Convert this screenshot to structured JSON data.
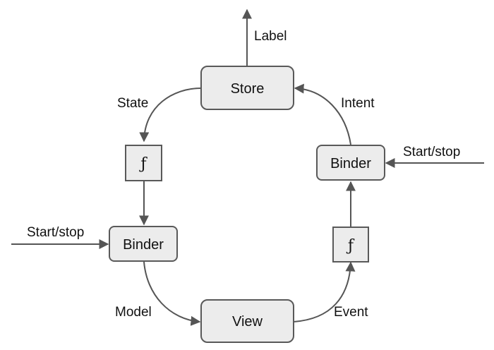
{
  "nodes": {
    "store": "Store",
    "view": "View",
    "binder_left": "Binder",
    "binder_right": "Binder",
    "fn_left": "ƒ",
    "fn_right": "ƒ"
  },
  "edge_labels": {
    "label": "Label",
    "state": "State",
    "intent": "Intent",
    "start_stop_left": "Start/stop",
    "start_stop_right": "Start/stop",
    "model": "Model",
    "event": "Event"
  },
  "colors": {
    "box_fill": "#ececec",
    "box_stroke": "#595959",
    "edge": "#555555"
  }
}
